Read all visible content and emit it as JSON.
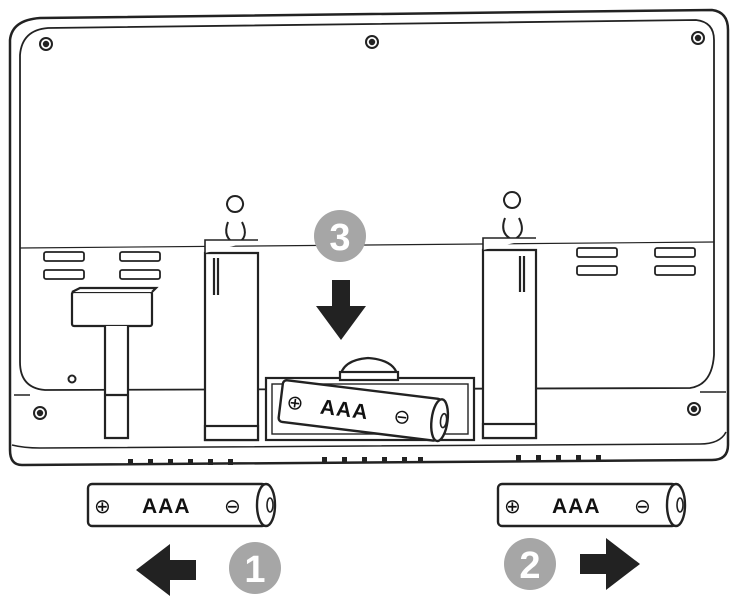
{
  "battery_type": "AAA",
  "polarity": {
    "positive": "⊕",
    "negative": "⊖"
  },
  "steps": [
    {
      "number": "1",
      "arrow": "left-arrow-icon"
    },
    {
      "number": "2",
      "arrow": "right-arrow-icon"
    },
    {
      "number": "3",
      "arrow": "down-arrow-icon"
    }
  ],
  "colors": {
    "line": "#222222",
    "step_badge": "#a6a6a6",
    "fill": "#ffffff"
  }
}
